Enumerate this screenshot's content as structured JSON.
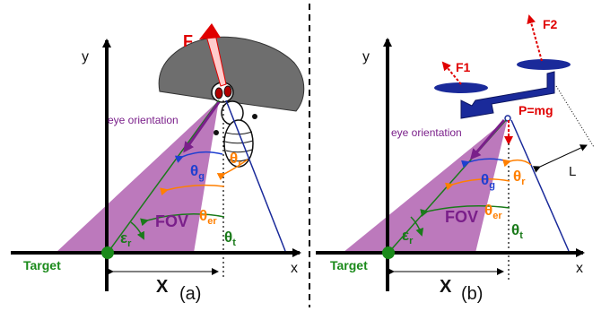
{
  "panels": {
    "a": {
      "caption": "(a)",
      "force_label": "F",
      "eye_orientation": "eye orientation",
      "target": "Target",
      "x_distance": "X",
      "axis_x": "x",
      "axis_y": "y",
      "fov": "FOV",
      "theta_g": {
        "base": "θ",
        "sub": "g"
      },
      "theta_r": {
        "base": "θ",
        "sub": "r"
      },
      "theta_er": {
        "base": "θ",
        "sub": "er"
      },
      "theta_t": {
        "base": "θ",
        "sub": "t"
      },
      "eps_r": {
        "base": "ε",
        "sub": "r"
      }
    },
    "b": {
      "caption": "(b)",
      "force1": "F1",
      "force2": "F2",
      "weight": "P=mg",
      "length": "L",
      "eye_orientation": "eye orientation",
      "target": "Target",
      "x_distance": "X",
      "axis_x": "x",
      "axis_y": "y",
      "fov": "FOV",
      "theta_g": {
        "base": "θ",
        "sub": "g"
      },
      "theta_r": {
        "base": "θ",
        "sub": "r"
      },
      "theta_er": {
        "base": "θ",
        "sub": "er"
      },
      "theta_t": {
        "base": "θ",
        "sub": "t"
      },
      "eps_r": {
        "base": "ε",
        "sub": "r"
      }
    }
  },
  "colors": {
    "axis": "#000000",
    "fov_fill": "#a64ca6",
    "eye_orientation": "#7a1f8a",
    "theta_g": "#1f3fd0",
    "theta_r": "#ff7f00",
    "theta_er": "#ff7f00",
    "theta_t": "#1a7a1a",
    "eps_r": "#1a7a1a",
    "target": "#1a8a1a",
    "force": "#e00000",
    "drone": "#1a2a9a",
    "wing": "#6e6e6e"
  }
}
